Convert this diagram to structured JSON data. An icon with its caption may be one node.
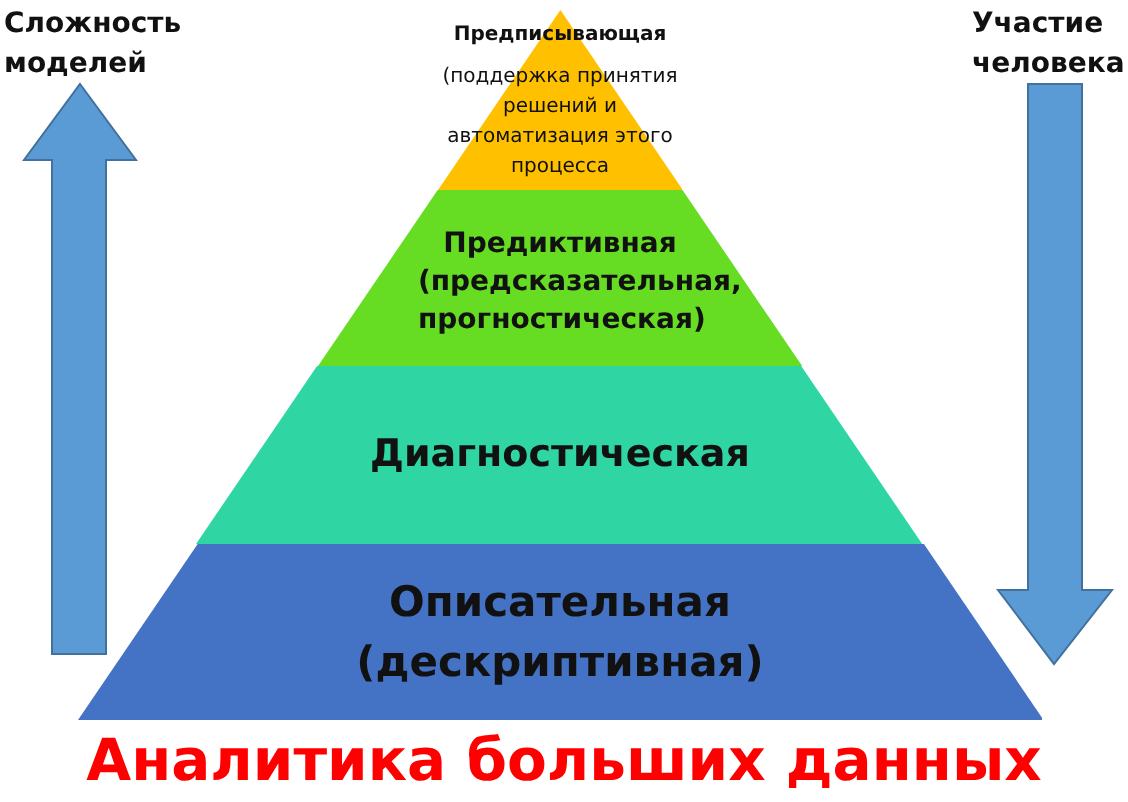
{
  "diagram": {
    "caption": "Аналитика больших данных",
    "nodes": [
      {
        "text": [
          "Предписывающая",
          "(поддержка принятия решений и автоматизация этого процесса"
        ]
      },
      {
        "text": [
          "Предиктивная (предсказательная, прогностическая)"
        ]
      },
      {
        "text": [
          "Диагностическая"
        ]
      },
      {
        "text": [
          "Описательная (дескриптивная)"
        ]
      }
    ],
    "labels": [
      "Сложность моделей",
      "Участие человека"
    ]
  }
}
